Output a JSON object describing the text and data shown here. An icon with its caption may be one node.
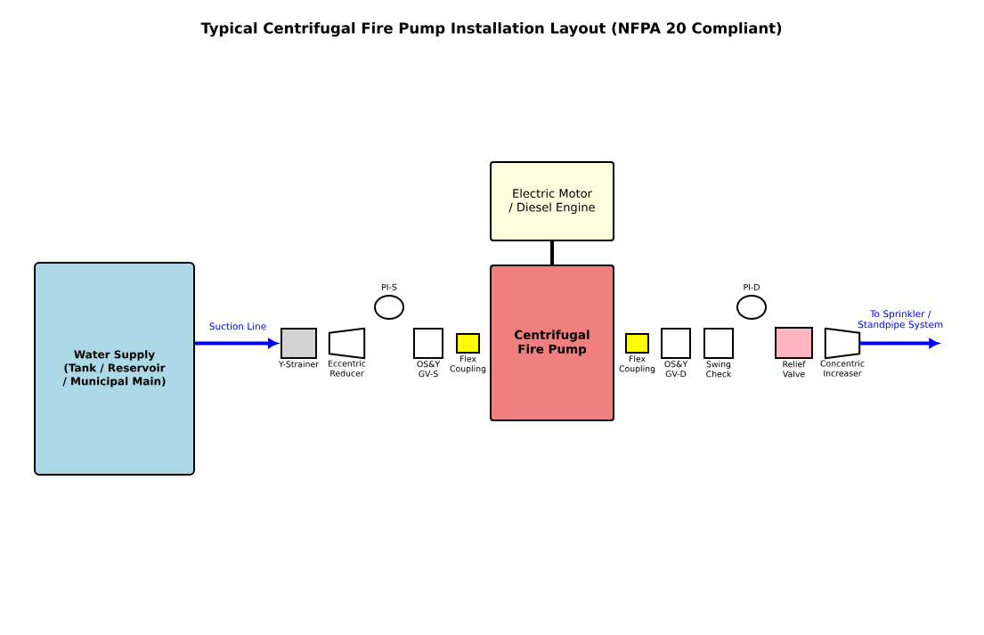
{
  "diagram": {
    "title": "Typical Centrifugal Fire Pump Installation Layout (NFPA 20 Compliant)",
    "nodes": [
      {
        "text": [
          "Water Supply (Tank / Reservoir / Municipal Main)"
        ]
      },
      {
        "text": [
          "Y-Strainer"
        ]
      },
      {
        "text": [
          "Eccentric Reducer"
        ]
      },
      {
        "text": [
          "PI-S"
        ]
      },
      {
        "text": [
          "OS&Y GV-S"
        ]
      },
      {
        "text": [
          "Flex Coupling"
        ]
      },
      {
        "text": [
          "Electric Motor / Diesel Engine"
        ]
      },
      {
        "text": [
          "Centrifugal Fire Pump"
        ]
      },
      {
        "text": [
          "Flex Coupling"
        ]
      },
      {
        "text": [
          "OS&Y GV-D"
        ]
      },
      {
        "text": [
          "Swing Check"
        ]
      },
      {
        "text": [
          "PI-D"
        ]
      },
      {
        "text": [
          "Relief Valve"
        ]
      },
      {
        "text": [
          "Concentric Increaser"
        ]
      }
    ],
    "edges": [
      {
        "from": 0,
        "to": 1,
        "arrow": "to",
        "label": "Suction Line"
      },
      {
        "from": 6,
        "to": 7,
        "arrow": "none",
        "color": "#000000"
      },
      {
        "from": 13,
        "to": null,
        "arrow": "to",
        "label": "To Sprinkler / Standpipe System"
      }
    ]
  }
}
